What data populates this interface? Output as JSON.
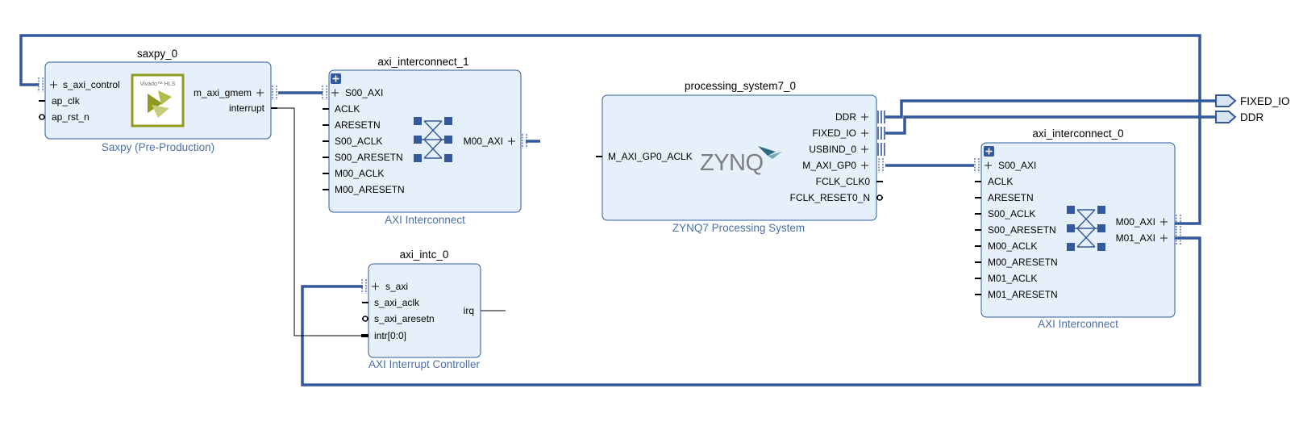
{
  "blocks": {
    "saxpy": {
      "instance": "saxpy_0",
      "type": "Saxpy (Pre-Production)",
      "logo": "Vivado™ HLS",
      "ports_left": [
        "s_axi_control",
        "ap_clk",
        "ap_rst_n"
      ],
      "ports_right": [
        "m_axi_gmem",
        "interrupt"
      ]
    },
    "ic1": {
      "instance": "axi_interconnect_1",
      "type": "AXI Interconnect",
      "ports_left": [
        "S00_AXI",
        "ACLK",
        "ARESETN",
        "S00_ACLK",
        "S00_ARESETN",
        "M00_ACLK",
        "M00_ARESETN"
      ],
      "ports_right": [
        "M00_AXI"
      ]
    },
    "intc": {
      "instance": "axi_intc_0",
      "type": "AXI Interrupt Controller",
      "ports_left": [
        "s_axi",
        "s_axi_aclk",
        "s_axi_aresetn",
        "intr[0:0]"
      ],
      "ports_right": [
        "irq"
      ]
    },
    "ps7": {
      "instance": "processing_system7_0",
      "type": "ZYNQ7 Processing System",
      "logo": "ZYNQ",
      "ports_left": [
        "M_AXI_GP0_ACLK"
      ],
      "ports_right": [
        "DDR",
        "FIXED_IO",
        "USBIND_0",
        "M_AXI_GP0",
        "FCLK_CLK0",
        "FCLK_RESET0_N"
      ]
    },
    "ic0": {
      "instance": "axi_interconnect_0",
      "type": "AXI Interconnect",
      "ports_left": [
        "S00_AXI",
        "ACLK",
        "ARESETN",
        "S00_ACLK",
        "S00_ARESETN",
        "M00_ACLK",
        "M00_ARESETN",
        "M01_ACLK",
        "M01_ARESETN"
      ],
      "ports_right": [
        "M00_AXI",
        "M01_AXI"
      ]
    }
  },
  "external_ports": [
    "FIXED_IO",
    "DDR"
  ],
  "colors": {
    "block_fill": "#e6f0fb",
    "block_border": "#2c5d9a",
    "bus_wire": "#34589c",
    "type_label": "#4a6fa5",
    "hls_logo": "#8f9a1e"
  }
}
